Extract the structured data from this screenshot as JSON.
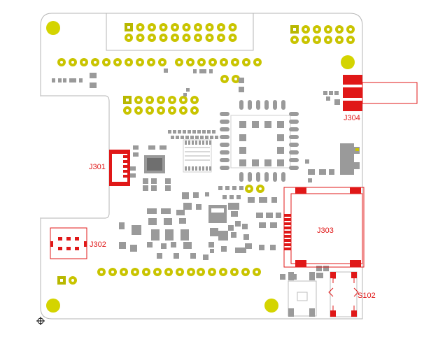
{
  "colors": {
    "outline": "#b5b5b5",
    "pad_gold": "#c9c400",
    "pad_sq": "#b8b800",
    "smd": "#9a9a9a",
    "accent_red": "#e01818",
    "mount": "#d4d400",
    "bg": "#ffffff"
  },
  "labels": {
    "j301": "J301",
    "j302": "J302",
    "j303": "J303",
    "j304": "J304",
    "s102": "S102"
  },
  "icons": {
    "origin": "crosshair-origin-icon"
  }
}
